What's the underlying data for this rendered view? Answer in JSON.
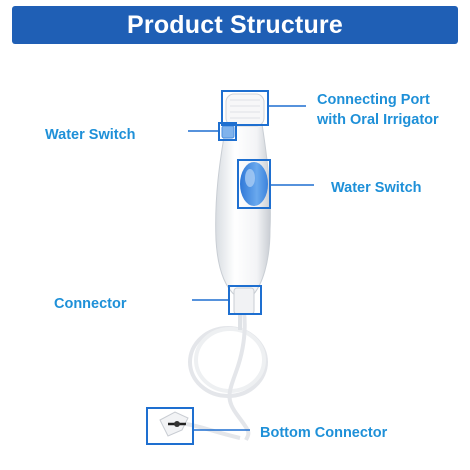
{
  "banner": {
    "title": "Product Structure"
  },
  "callouts": {
    "connecting_port": {
      "line1": "Connecting Port",
      "line2": "with Oral Irrigator"
    },
    "water_switch_left": "Water Switch",
    "water_switch_right": "Water Switch",
    "connector": "Connector",
    "bottom_connector": "Bottom Connector"
  },
  "colors": {
    "banner": "#1f5fb5",
    "label_text": "#1e90d8",
    "callout_line": "#1e6fd0",
    "switch_button": "#4a8fe0"
  }
}
